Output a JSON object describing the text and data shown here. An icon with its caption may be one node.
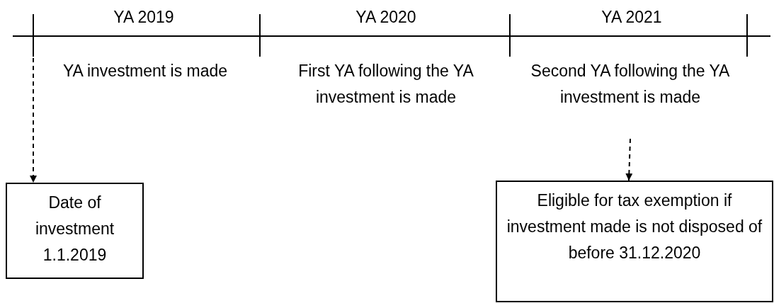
{
  "diagram": {
    "nodes": [
      {
        "text": [
          "Date of investment 1.1.2019"
        ]
      },
      {
        "text": [
          "Second YA following the YA investment is made"
        ]
      },
      {
        "text": [
          "Eligible for tax exemption if investment made is not disposed of before 31.12.2020"
        ]
      }
    ],
    "edges": [
      {
        "from": null,
        "to": 0,
        "arrow": "to",
        "style": "dashed"
      },
      {
        "from": 1,
        "to": 2,
        "arrow": "to",
        "style": "dashed"
      }
    ],
    "labels": [
      "YA 2019",
      "YA 2020",
      "YA 2021",
      "YA investment is made",
      "First YA following the YA investment is made"
    ]
  }
}
